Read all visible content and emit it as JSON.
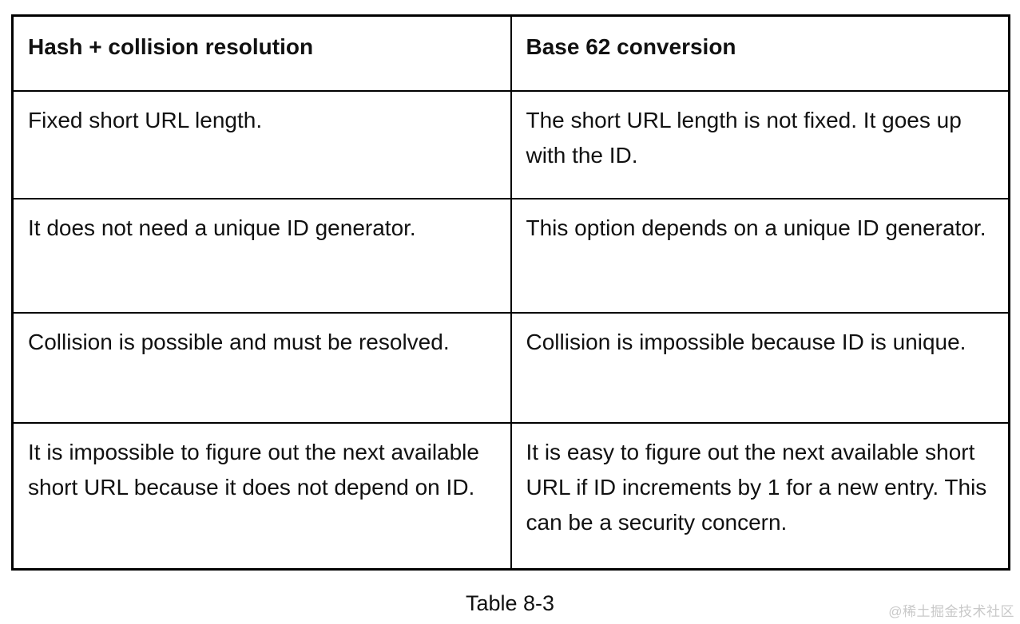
{
  "table": {
    "caption": "Table 8-3",
    "columns": [
      "Hash + collision resolution",
      "Base 62 conversion"
    ],
    "rows": [
      [
        "Fixed short URL length.",
        "The short URL length is not fixed. It goes up with the ID."
      ],
      [
        "It does not need a unique ID generator.",
        "This option depends on a unique ID generator."
      ],
      [
        "Collision is possible and must be resolved.",
        "Collision is impossible because ID is unique."
      ],
      [
        "It is impossible to figure out the next available short URL because it does not depend on ID.",
        "It is easy to figure out the next available short URL if ID increments by 1 for a new entry. This can be a security concern."
      ]
    ],
    "border_color": "#000000",
    "text_color": "#111111"
  },
  "watermark": "@稀土掘金技术社区"
}
